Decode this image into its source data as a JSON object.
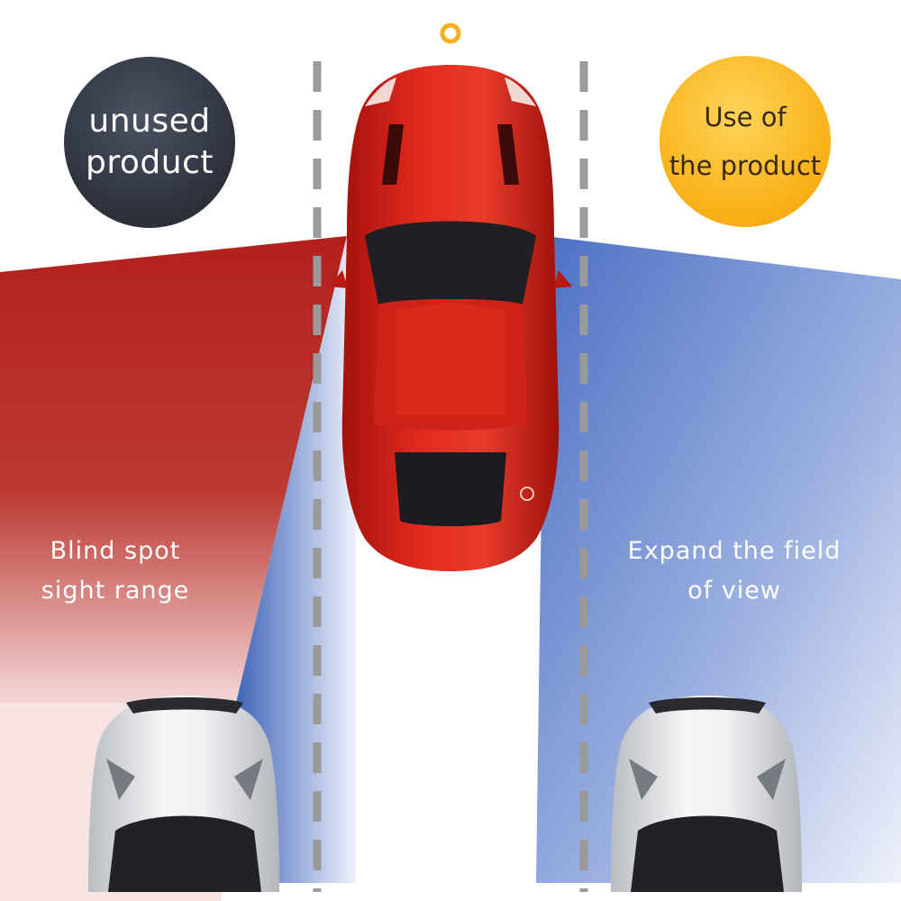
{
  "badges": {
    "unused": {
      "line1": "unused",
      "line2": "product",
      "color": "#2c313c"
    },
    "used": {
      "line1": "Use of",
      "line2": "the product",
      "color": "#f9b21a"
    }
  },
  "captions": {
    "blind_spot": {
      "line1": "Blind spot",
      "line2": "sight range"
    },
    "expand": {
      "line1": "Expand the field",
      "line2": "of view"
    }
  },
  "colors": {
    "blind_zone": "#b3211f",
    "view_zone": "#4f72c8",
    "main_car": "#d8231a",
    "other_cars": "#e9eaec",
    "lane_markings": "#9a9a9a"
  }
}
